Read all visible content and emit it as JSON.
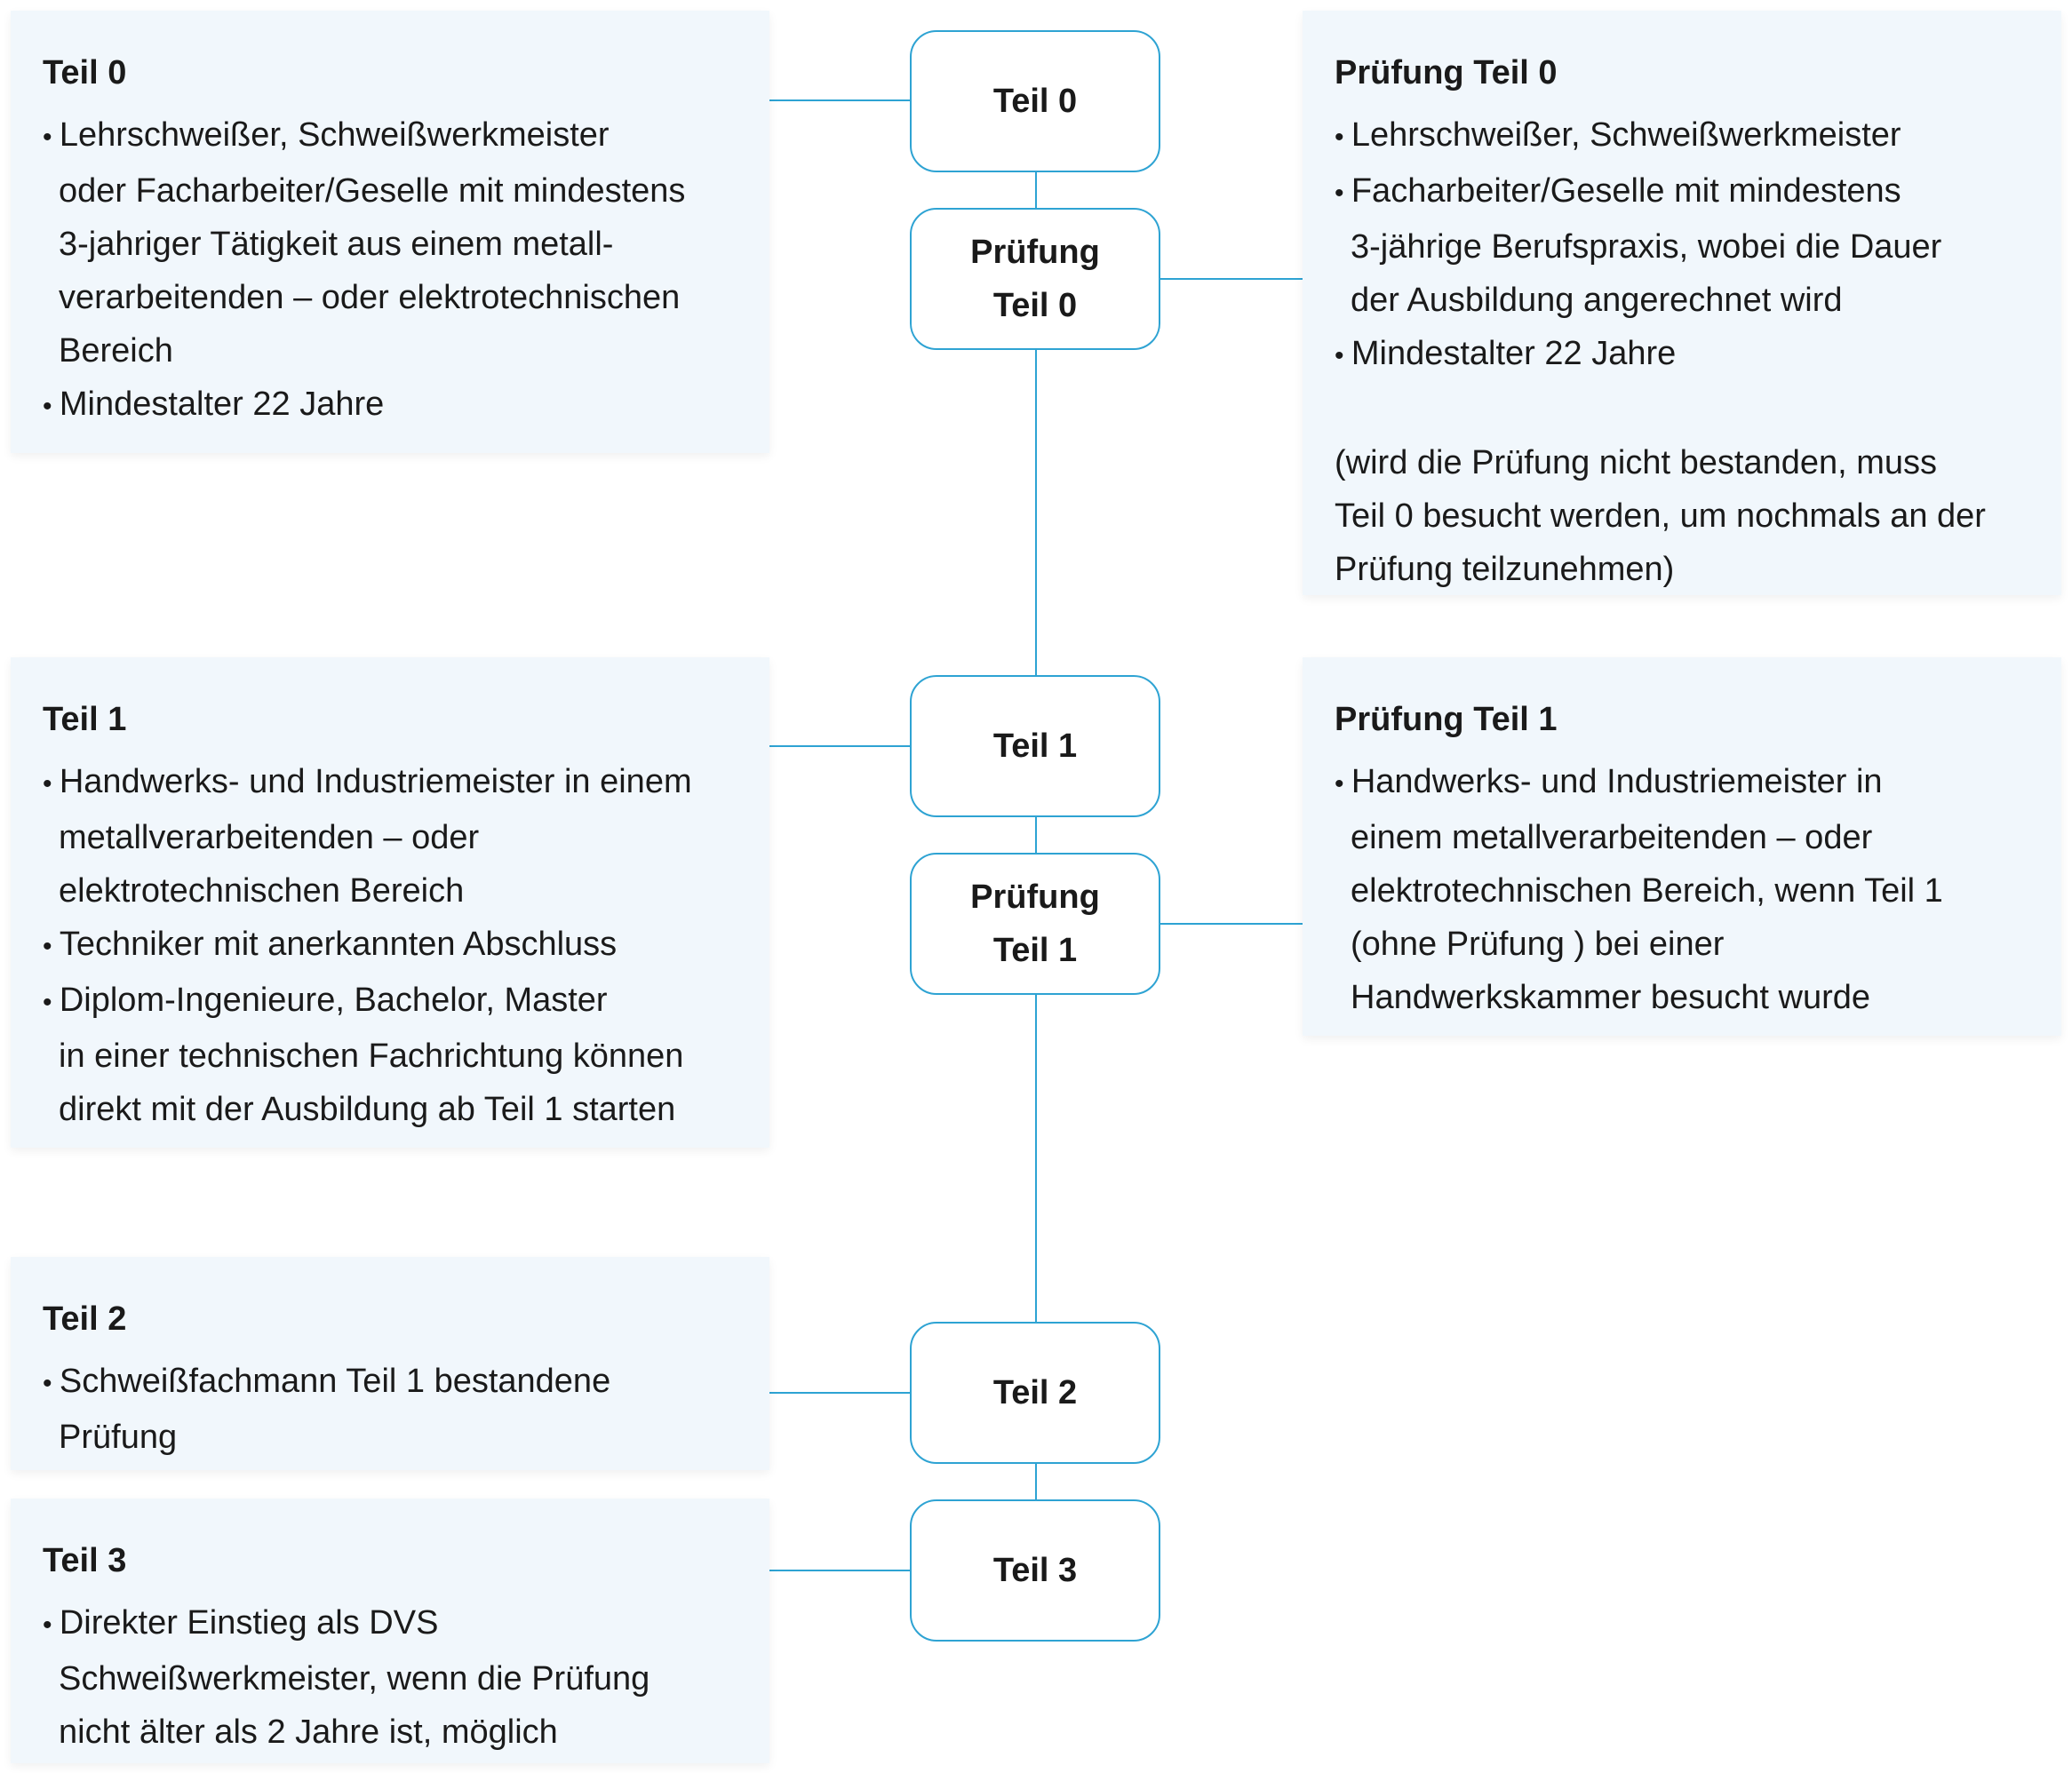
{
  "colors": {
    "line": "#2ea3d3",
    "panel": "#f1f7fc",
    "text": "#1a1a1a"
  },
  "nodes": [
    {
      "id": "teil0",
      "label": "Teil 0"
    },
    {
      "id": "pruefung0",
      "label": "Prüfung\nTeil 0"
    },
    {
      "id": "teil1",
      "label": "Teil 1"
    },
    {
      "id": "pruefung1",
      "label": "Prüfung\nTeil 1"
    },
    {
      "id": "teil2",
      "label": "Teil 2"
    },
    {
      "id": "teil3",
      "label": "Teil 3"
    }
  ],
  "panels": {
    "teil0": {
      "title": "Teil 0",
      "items": [
        "Lehrschweißer, Schweißwerkmeister\noder Facharbeiter/Geselle mit mindestens\n3-jahriger Tätigkeit aus einem metall-\nverarbeitenden – oder elektrotechnischen\nBereich",
        "Mindestalter 22 Jahre"
      ]
    },
    "pruefung0": {
      "title": "Prüfung Teil 0",
      "items": [
        "Lehrschweißer, Schweißwerkmeister",
        "Facharbeiter/Geselle mit mindestens\n3-jährige Berufspraxis, wobei die Dauer\nder Ausbildung angerechnet wird",
        "Mindestalter 22 Jahre"
      ],
      "note": "(wird die Prüfung nicht bestanden, muss\nTeil 0 besucht werden, um nochmals an der\nPrüfung teilzunehmen)"
    },
    "teil1": {
      "title": "Teil 1",
      "items": [
        "Handwerks- und Industriemeister in einem\nmetallverarbeitenden – oder\nelektrotechnischen Bereich",
        "Techniker mit anerkannten Abschluss",
        "Diplom-Ingenieure, Bachelor, Master\nin einer technischen Fachrichtung können\ndirekt mit der Ausbildung ab Teil 1 starten"
      ]
    },
    "pruefung1": {
      "title": "Prüfung Teil 1",
      "items": [
        "Handwerks- und Industriemeister in\neinem metallverarbeitenden – oder\nelektrotechnischen Bereich, wenn Teil 1\n(ohne Prüfung ) bei einer\nHandwerkskammer besucht wurde"
      ]
    },
    "teil2": {
      "title": "Teil 2",
      "items": [
        "Schweißfachmann Teil 1 bestandene\nPrüfung"
      ]
    },
    "teil3": {
      "title": "Teil 3",
      "items": [
        "Direkter Einstieg als DVS\nSchweißwerkmeister, wenn die Prüfung\nnicht älter als 2 Jahre ist, möglich"
      ]
    }
  }
}
